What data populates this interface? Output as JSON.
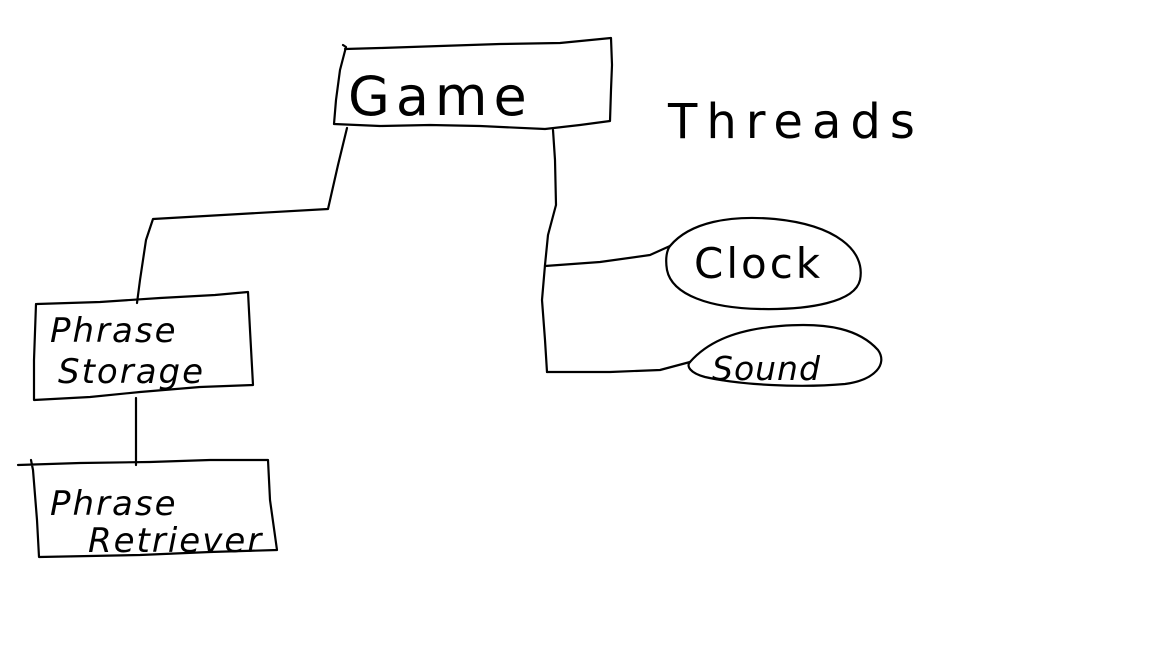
{
  "diagram": {
    "game_label": "Game",
    "threads_label": "Threads",
    "phrase_storage_line1": "Phrase",
    "phrase_storage_line2": "Storage",
    "phrase_retriever_line1": "Phrase",
    "phrase_retriever_line2": "Retriever",
    "clock_label": "Clock",
    "sound_label": "Sound"
  },
  "colors": {
    "background": "#ffffff",
    "ink": "#000000"
  }
}
